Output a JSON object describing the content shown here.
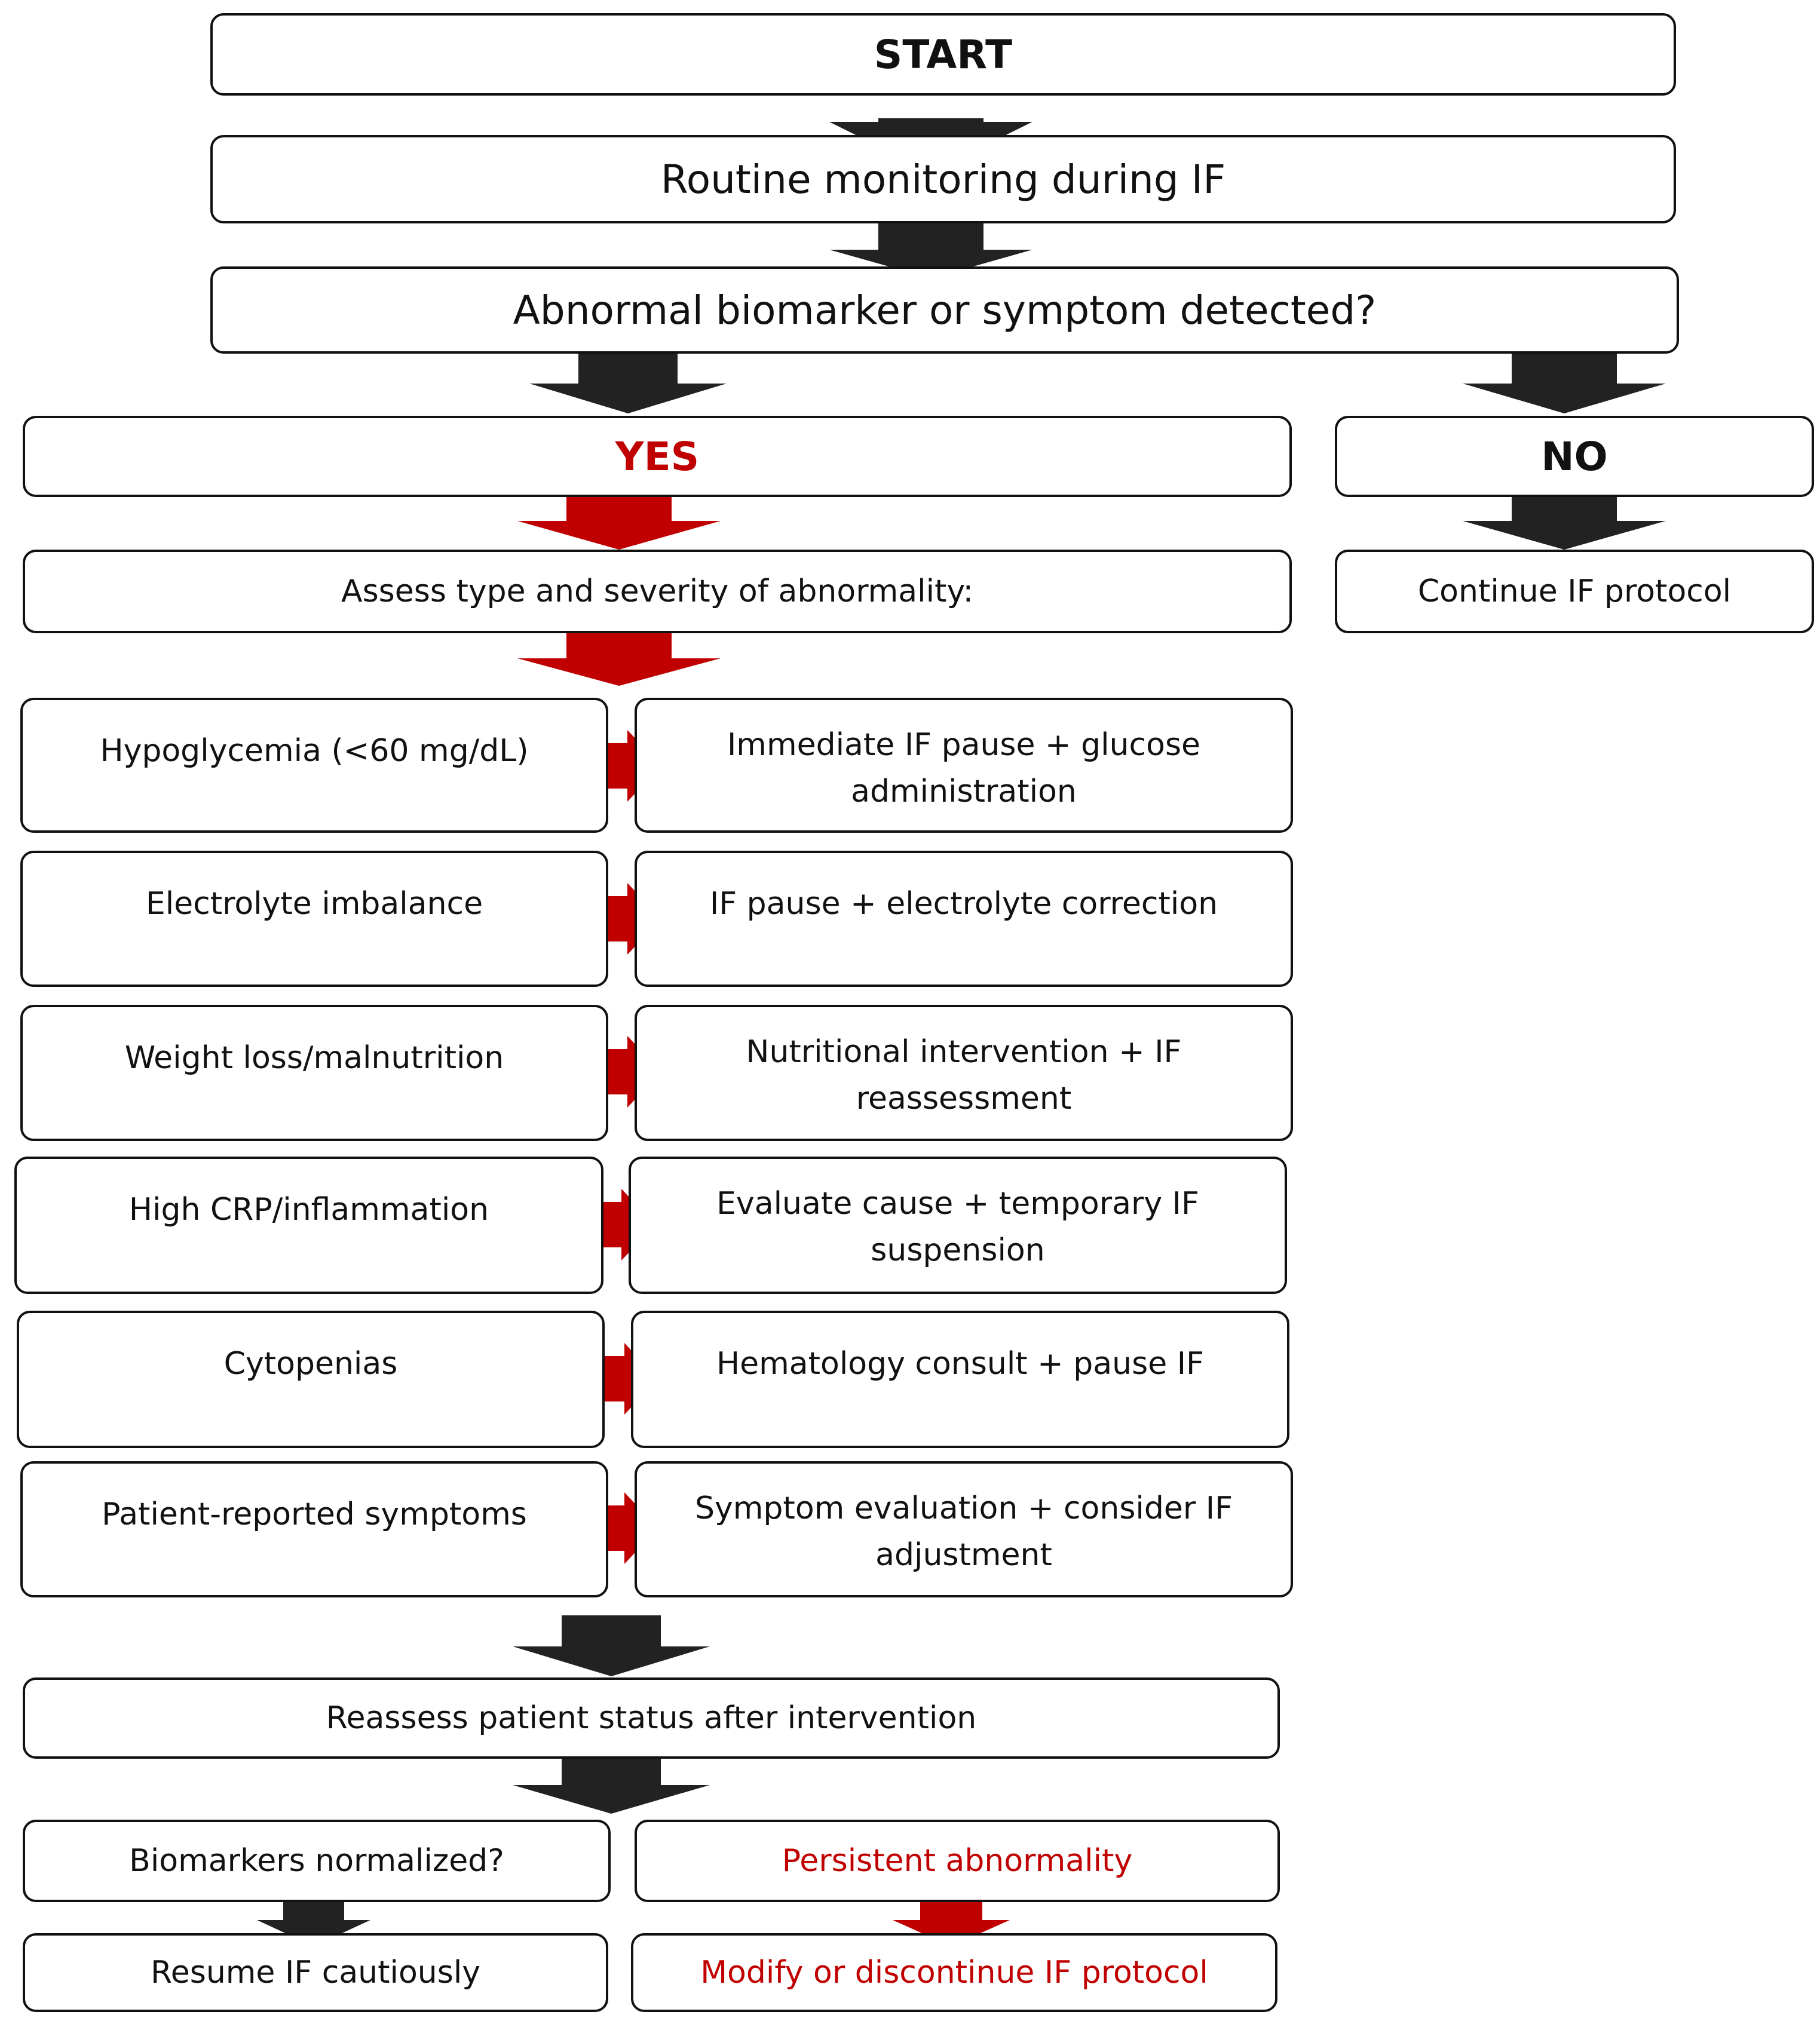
{
  "colors": {
    "dark_arrow": "#222222",
    "red_arrow": "#c00000",
    "red_text": "#c00000",
    "border": "#111111"
  },
  "start": "START",
  "routine": "Routine monitoring during IF",
  "question": "Abnormal biomarker or symptom detected?",
  "yes": "YES",
  "no": "NO",
  "assess": "Assess type and severity of abnormality:",
  "continue": "Continue IF protocol",
  "conditions": [
    {
      "condition": "Hypoglycemia (<60 mg/dL)",
      "action": "Immediate IF pause + glucose administration"
    },
    {
      "condition": "Electrolyte imbalance",
      "action": "IF pause + electrolyte correction"
    },
    {
      "condition": "Weight loss/malnutrition",
      "action": "Nutritional intervention + IF reassessment"
    },
    {
      "condition": "High CRP/inflammation",
      "action": "Evaluate cause + temporary IF suspension"
    },
    {
      "condition": "Cytopenias",
      "action": "Hematology consult + pause IF"
    },
    {
      "condition": "Patient-reported symptoms",
      "action": "Symptom evaluation + consider IF adjustment"
    }
  ],
  "reassess": "Reassess patient status after intervention",
  "normalized": "Biomarkers normalized?",
  "persistent": "Persistent abnormality",
  "resume": "Resume IF cautiously",
  "modify": "Modify or discontinue IF protocol"
}
